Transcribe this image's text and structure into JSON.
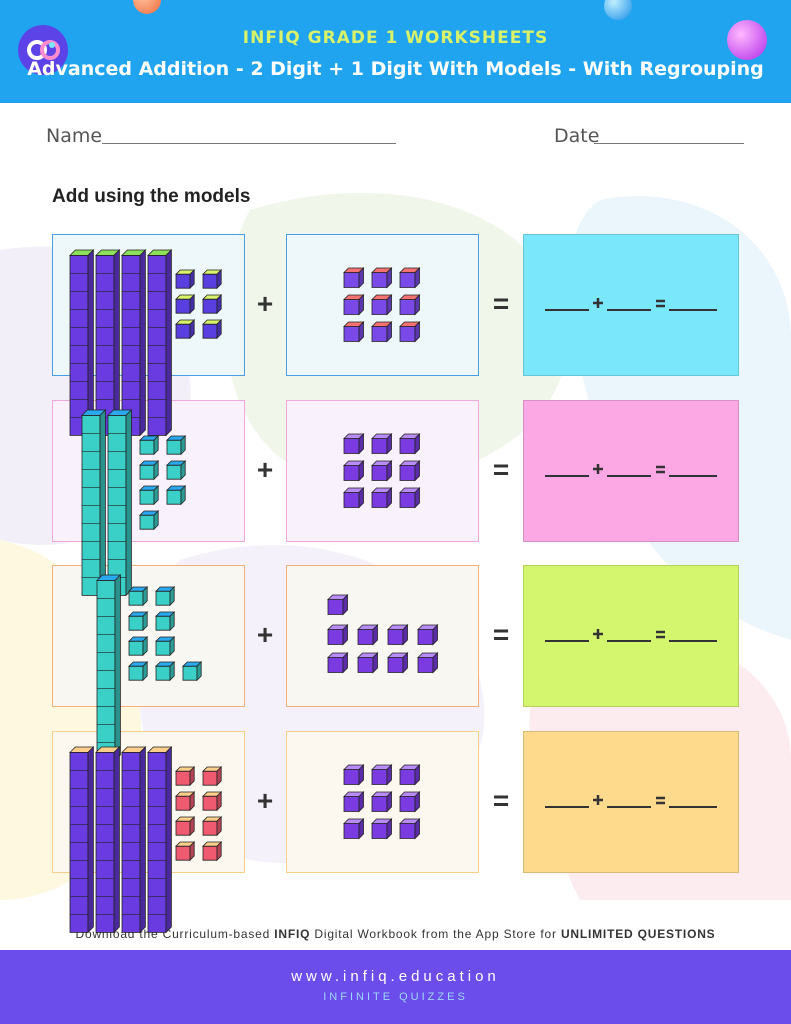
{
  "header": {
    "brand": "INFIQ GRADE 1 WORKSHEETS",
    "subtitle": "Advanced Addition - 2 Digit + 1 Digit With Models - With Regrouping",
    "logo_icon": "infiq-logo-icon"
  },
  "form": {
    "name_label": "Name",
    "date_label": "Date"
  },
  "instructions": "Add using the models",
  "operators": {
    "plus": "+",
    "equals": "="
  },
  "problems": [
    {
      "tens": 4,
      "ones": 6,
      "add": 9,
      "answer_color": "#7ae8fa",
      "ten_colors": [
        "#8de05a",
        "#6a3be0"
      ],
      "one_colors": [
        "#d8f26a",
        "#5a3fe0"
      ],
      "add_colors": [
        "#f47272",
        "#7a4ae8"
      ],
      "box_tint": "#eef8fb",
      "box_border": "#4a9ee6",
      "box_border2": "#4a9ee6"
    },
    {
      "tens": 2,
      "ones": 7,
      "add": 9,
      "answer_color": "#fca8e4",
      "ten_colors": [
        "#2aa8f0",
        "#3ad0c8"
      ],
      "one_colors": [
        "#2aa8f0",
        "#3ad0c8"
      ],
      "add_colors": [
        "#b98bf6",
        "#7a3be0"
      ],
      "box_tint": "#f9f1fb",
      "box_border": "#f0a8dc",
      "box_border2": "#f0a8dc"
    },
    {
      "tens": 1,
      "ones": 9,
      "add": 9,
      "answer_color": "#d4f66e",
      "ten_colors": [
        "#2aa8f0",
        "#3ad0c8"
      ],
      "one_colors": [
        "#2aa8f0",
        "#3ad0c8"
      ],
      "add_colors": [
        "#b98bf6",
        "#7a3be0"
      ],
      "box_tint": "#f8f7f2",
      "box_border": "#f5b07a",
      "box_border2": "#f5b07a"
    },
    {
      "tens": 4,
      "ones": 8,
      "add": 9,
      "answer_color": "#fedb8c",
      "ten_colors": [
        "#fdcf8a",
        "#6a3be0"
      ],
      "one_colors": [
        "#fdcf8a",
        "#f05a70"
      ],
      "add_colors": [
        "#b98bf6",
        "#7a3be0"
      ],
      "box_tint": "#fcf8ef",
      "box_border": "#f9cf8a",
      "box_border2": "#f9cf8a"
    }
  ],
  "footer": {
    "note_prefix": "Download the Curriculum-based ",
    "note_brand": "INFIQ",
    "note_middle": " Digital Workbook from the App Store for ",
    "note_strong": "UNLIMITED QUESTIONS",
    "site": "www.infiq.education",
    "tagline": "INFINITE QUIZZES"
  },
  "colors": {
    "header_bg": "#21a4f0",
    "brand_text": "#d8f26a",
    "footer_bg": "#6a4dea",
    "logo_bg": "#5b43e8"
  }
}
